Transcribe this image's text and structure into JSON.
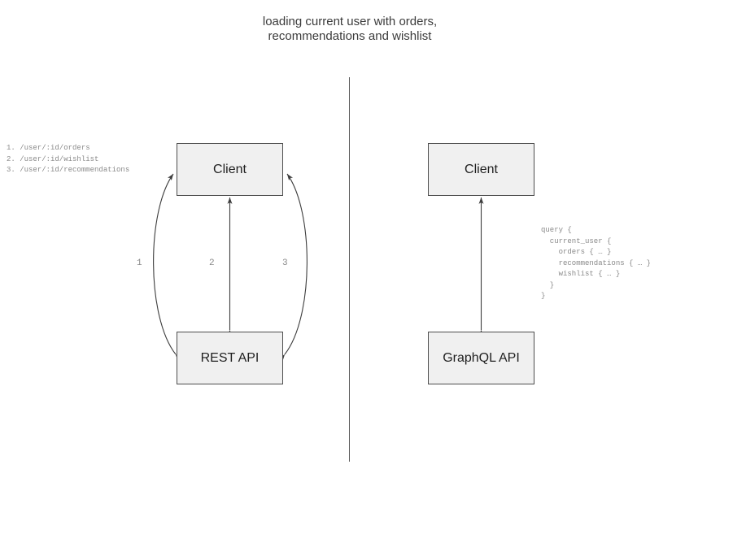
{
  "diagram": {
    "title_line1": "loading current user with orders,",
    "title_line2": "recommendations and wishlist",
    "divider_color": "#5a5a5a",
    "node_fill": "#f0f0f0",
    "node_border": "#4d4d4d",
    "edge_color": "#3d3d3d",
    "code_color": "#8a8a8a"
  },
  "rest_panel": {
    "client_label": "Client",
    "api_label": "REST API",
    "edge_labels": [
      "1",
      "2",
      "3"
    ],
    "endpoints": [
      "1. /user/:id/orders",
      "2. /user/:id/wishlist",
      "3. /user/:id/recommendations"
    ]
  },
  "graphql_panel": {
    "client_label": "Client",
    "api_label": "GraphQL API",
    "query_lines": [
      "query {",
      "  current_user {",
      "    orders { … }",
      "    recommendations { … }",
      "    wishlist { … }",
      "  }",
      "}"
    ]
  }
}
